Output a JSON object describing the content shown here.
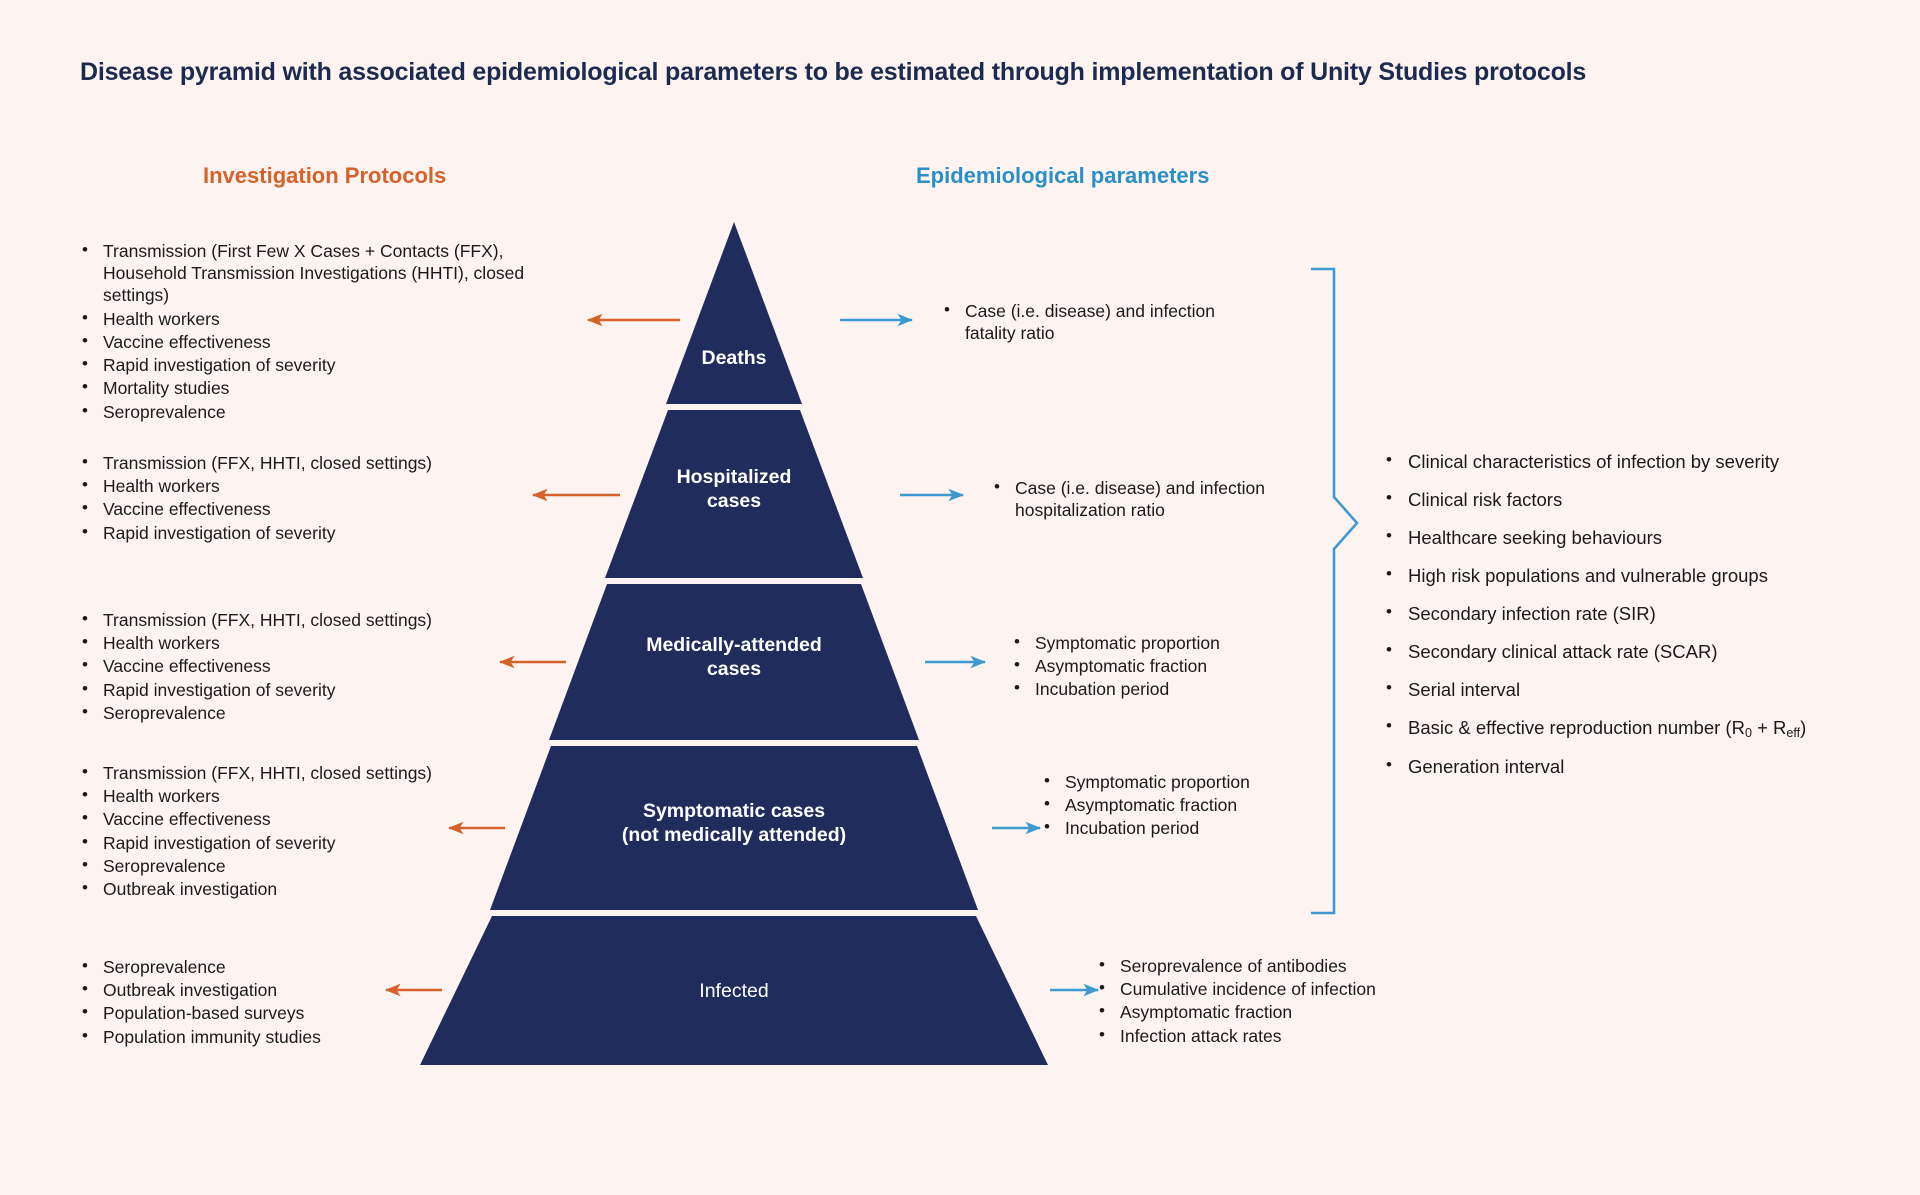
{
  "title": {
    "lead": "Disease pyramid",
    "rest": " with associated epidemiological parameters to be estimated through implementation of Unity Studies protocols"
  },
  "colors": {
    "background": "#fdf4f1",
    "pyramid": "#1f2c5c",
    "orange": "#d4622a",
    "blue": "#2b8fc7",
    "heading_navy": "#1b2a4e"
  },
  "columns": {
    "left_heading": "Investigation Protocols",
    "right_heading": "Epidemiological parameters"
  },
  "pyramid": {
    "bands": [
      {
        "id": "deaths",
        "label": "Deaths"
      },
      {
        "id": "hospitalized",
        "label_line1": "Hospitalized",
        "label_line2": "cases"
      },
      {
        "id": "medically_attended",
        "label_line1": "Medically-attended",
        "label_line2": "cases"
      },
      {
        "id": "symptomatic",
        "label_line1": "Symptomatic cases",
        "label_line2": "(not medically attended)"
      },
      {
        "id": "infected",
        "label": "Infected"
      }
    ]
  },
  "protocols": {
    "deaths": [
      "Transmission (First Few X Cases + Contacts (FFX), Household Transmission Investigations (HHTI), closed settings)",
      "Health workers",
      "Vaccine effectiveness",
      "Rapid investigation of severity",
      "Mortality studies",
      "Seroprevalence"
    ],
    "hospitalized": [
      "Transmission (FFX, HHTI, closed settings)",
      "Health workers",
      "Vaccine effectiveness",
      "Rapid investigation of severity"
    ],
    "medically_attended": [
      "Transmission (FFX, HHTI, closed settings)",
      "Health workers",
      "Vaccine effectiveness",
      "Rapid investigation of severity",
      "Seroprevalence"
    ],
    "symptomatic": [
      "Transmission (FFX, HHTI, closed settings)",
      "Health workers",
      "Vaccine effectiveness",
      "Rapid investigation of severity",
      "Seroprevalence",
      "Outbreak investigation"
    ],
    "infected": [
      "Seroprevalence",
      "Outbreak investigation",
      "Population-based surveys",
      "Population immunity studies"
    ]
  },
  "parameters": {
    "deaths": [
      "Case (i.e. disease) and infection fatality ratio"
    ],
    "hospitalized": [
      "Case (i.e. disease) and infection hospitalization ratio"
    ],
    "medically_attended": [
      "Symptomatic proportion",
      "Asymptomatic fraction",
      "Incubation period"
    ],
    "symptomatic": [
      "Symptomatic proportion",
      "Asymptomatic fraction",
      "Incubation period"
    ],
    "infected": [
      "Seroprevalence of antibodies",
      "Cumulative incidence of infection",
      "Asymptomatic fraction",
      "Infection attack rates"
    ],
    "cross_cutting": [
      "Clinical characteristics of infection by severity",
      "Clinical risk factors",
      "Healthcare seeking behaviours",
      "High risk populations and vulnerable groups",
      "Secondary infection rate (SIR)",
      "Secondary clinical attack rate (SCAR)",
      "Serial interval",
      "Basic &amp; effective reproduction number (R<sub>0</sub> + R<sub>eff</sub>)",
      "Generation interval"
    ]
  }
}
